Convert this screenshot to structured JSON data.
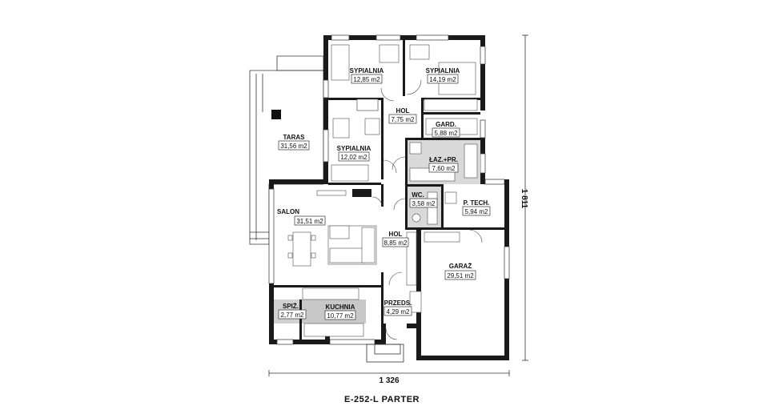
{
  "title": "E-252-L PARTER",
  "dimensions": {
    "width": "1 326",
    "depth": "1 811"
  },
  "rooms": {
    "taras": {
      "name": "TARAS",
      "area": "31,56 m2"
    },
    "sypialnia1": {
      "name": "SYPIALNIA",
      "area": "12,85 m2"
    },
    "sypialnia2": {
      "name": "SYPIALNIA",
      "area": "14,19 m2"
    },
    "hol1": {
      "name": "HOL",
      "area": "7,75 m2"
    },
    "gard": {
      "name": "GARD.",
      "area": "5,88 m2"
    },
    "sypialnia3": {
      "name": "SYPIALNIA",
      "area": "12,02 m2"
    },
    "lazienka": {
      "name": "ŁAZ.+PR.",
      "area": "7,60 m2"
    },
    "wc": {
      "name": "WC.",
      "area": "3,58 m2"
    },
    "ptech": {
      "name": "P. TECH.",
      "area": "5,94 m2"
    },
    "salon": {
      "name": "SALON",
      "area": "31,51 m2"
    },
    "hol2": {
      "name": "HOL",
      "area": "8,85 m2"
    },
    "garaz": {
      "name": "GARAŻ",
      "area": "29,51 m2"
    },
    "przeds": {
      "name": "PRZEDS.",
      "area": "4,29 m2"
    },
    "spiz": {
      "name": "SPIŻ.",
      "area": "2,77 m2"
    },
    "kuchnia": {
      "name": "KUCHNIA",
      "area": "10,77 m2"
    }
  }
}
